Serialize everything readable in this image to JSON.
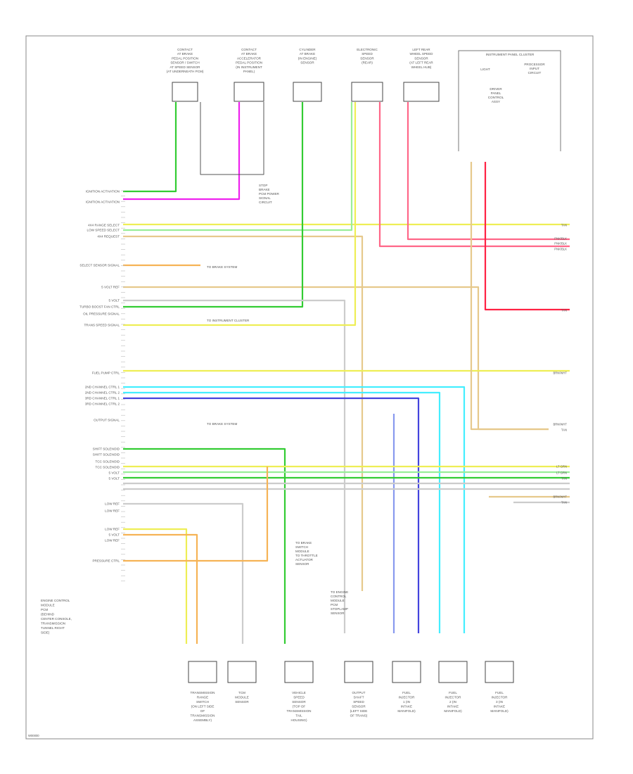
{
  "diagram": {
    "top_components": [
      {
        "label": [
          "CONTACT",
          "AT BRAKE",
          "PEDAL POSITION",
          "SENSOR / SWITCH",
          "AT SPEED SENSOR",
          "(AT UNDERNEATH PCM)"
        ]
      },
      {
        "label": [
          "CONTACT",
          "AT BRAKE",
          "ACCELERATOR",
          "PEDAL POSITION",
          "(IN INSTRUMENT",
          "PANEL)"
        ]
      },
      {
        "label": [
          "CYLINDER",
          "AT BRAKE",
          "(IN ENGINE)",
          "SENSOR"
        ]
      },
      {
        "label": [
          "ELECTRONIC",
          "SPEED",
          "SENSOR",
          "(REAR)"
        ]
      },
      {
        "label": [
          "LEFT REAR",
          "WHEEL SPEED",
          "SENSOR",
          "(AT LEFT REAR",
          "WHEEL HUB)"
        ]
      }
    ],
    "cluster": {
      "title": "INSTRUMENT PANEL CLUSTER",
      "left_label": "LIGHT",
      "right_label": [
        "PROCESSOR",
        "INPUT",
        "CIRCUIT"
      ],
      "inner_label": [
        "DRIVER",
        "PANEL",
        "CONTROL",
        "ASSY"
      ]
    },
    "pcm_pin_labels": [
      "IGNITION ACTIVATION",
      "IGNITION ACTIVATION",
      "4X4 RANGE SELECT",
      "LOW SPEED SELECT",
      "4X4 REQUEST",
      "SELECT SENSOR SIGNAL",
      "5 VOLT REF",
      "5 VOLT",
      "TURBO BOOST FAN CTRL",
      "OIL PRESSURE SIGNAL",
      "TRANS SPEED SIGNAL",
      "FUEL PUMP CTRL",
      "2ND CHANNEL CTRL 1",
      "2ND CHANNEL CTRL 2",
      "3RD CHANNEL CTRL 1",
      "3RD CHANNEL CTRL 2",
      "OUTPUT SIGNAL",
      "SHIFT SOLENOID",
      "SHIFT SOLENOID",
      "TCC SOLENOID",
      "TCC SOLENOID",
      "5 VOLT",
      "5 VOLT",
      "LOW REF",
      "LOW REF",
      "LOW REF",
      "5 VOLT",
      "LOW REF",
      "PRESSURE CTRL"
    ],
    "note_labels": [
      [
        "STOP",
        "BRAKE",
        "PCM POWER",
        "SIGNAL",
        "CIRCUIT"
      ],
      "TO BRAKE SYSTEM",
      "TO INSTRUMENT CLUSTER",
      "TO BRAKE SYSTEM",
      [
        "TO BRAKE",
        "SWITCH",
        "MODULE",
        "TO THROTTLE",
        "ACTUATOR",
        "SENSOR"
      ],
      [
        "TO ENGINE",
        "CONTROL",
        "MODULE",
        "PCM",
        "STOPLAMP",
        "SENSOR"
      ]
    ],
    "left_note": [
      "ENGINE CONTROL",
      "MODULE",
      "PCM",
      "(BEHIND",
      "CENTER CONSOLE,",
      "TRANSMISSION",
      "TUNNEL RIGHT",
      "SIDE)"
    ],
    "bottom_components": [
      {
        "label": [
          "TRANSMISSION",
          "RANGE",
          "SWITCH",
          "(ON LEFT SIDE",
          "OF",
          "TRANSMISSION",
          "ASSEMBLY)"
        ]
      },
      {
        "label": [
          "TCM",
          "MODULE",
          "SENSOR"
        ]
      },
      {
        "label": [
          "VEHICLE",
          "SPEED",
          "SENSOR",
          "(TOP OF",
          "TRANSMISSION",
          "TAIL",
          "HOUSING)"
        ]
      },
      {
        "label": [
          "OUTPUT",
          "SHAFT",
          "SPEED",
          "SENSOR",
          "(LEFT SIDE",
          "OF TRANS)"
        ]
      },
      {
        "label": [
          "FUEL",
          "INJECTOR",
          "1 (IN",
          "INTAKE",
          "MANIFOLD)"
        ]
      },
      {
        "label": [
          "FUEL",
          "INJECTOR",
          "2 (IN",
          "INTAKE",
          "MANIFOLD)"
        ]
      },
      {
        "label": [
          "FUEL",
          "INJECTOR",
          "3 (IN",
          "INTAKE",
          "MANIFOLD)"
        ]
      }
    ],
    "right_wire_labels": [
      "TAN",
      "PNK/BLK",
      "PNK/BLK",
      "PNK/BLK",
      "TAN",
      "BRN/WHT",
      "BRN/WHT",
      "TAN",
      "LT GRN",
      "LT GRN",
      "TAN",
      "BRN/WHT",
      "TAN"
    ],
    "footer_code": "W00000",
    "colors": {
      "green": "#33cc33",
      "magenta": "#ee22ee",
      "yellow": "#eeee55",
      "light_green": "#99ee99",
      "tan": "#e6c98c",
      "pink": "#ff6688",
      "red": "#ff2244",
      "orange": "#f6b355",
      "gray": "#cccccc",
      "cyan": "#44eeff",
      "blue": "#4444dd",
      "light_blue": "#8899ee",
      "frame": "#888888"
    }
  }
}
